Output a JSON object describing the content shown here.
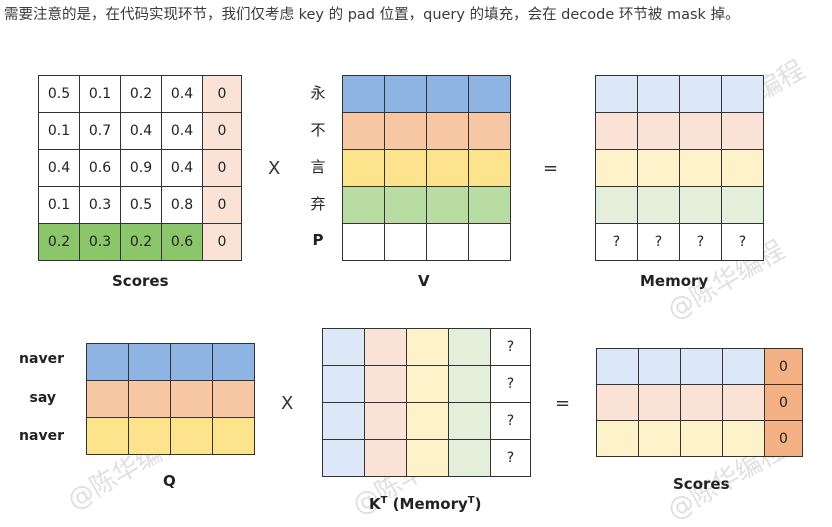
{
  "caption": "需要注意的是，在代码实现环节，我们仅考虑 key 的 pad 位置，query 的填充，会在 decode 环节被 mask 掉。",
  "watermark": "@陈华编程",
  "colors": {
    "blue": "#8eb4e3",
    "orange": "#f7c7a4",
    "yellow": "#fde38b",
    "green": "#b9dca2",
    "blue_light": "#dce8f7",
    "orange_light": "#fbe2d6",
    "yellow_light": "#fdf2c9",
    "green_light": "#e3efda",
    "pad_light": "#fbe2d6",
    "pad_dark": "#f4b183",
    "score_green": "#8cc66a"
  },
  "scores_top": {
    "label": "Scores",
    "rows": [
      [
        "0.5",
        "0.1",
        "0.2",
        "0.4",
        "0"
      ],
      [
        "0.1",
        "0.7",
        "0.4",
        "0.4",
        "0"
      ],
      [
        "0.4",
        "0.6",
        "0.9",
        "0.4",
        "0"
      ],
      [
        "0.1",
        "0.3",
        "0.5",
        "0.8",
        "0"
      ],
      [
        "0.2",
        "0.3",
        "0.2",
        "0.6",
        "0"
      ]
    ]
  },
  "op_times_1": "X",
  "v_matrix": {
    "label": "V",
    "row_labels": [
      "永",
      "不",
      "言",
      "弃",
      "P"
    ]
  },
  "op_equals_1": "=",
  "memory": {
    "label": "Memory",
    "question_marks": [
      "?",
      "?",
      "?",
      "?"
    ]
  },
  "q_matrix": {
    "label": "Q",
    "row_labels": [
      "naver",
      "say",
      "naver"
    ]
  },
  "op_times_2": "X",
  "kt_matrix": {
    "label_main": "K",
    "label_sup": "T",
    "label_paren": " (Memory",
    "label_paren_sup": "T",
    "label_close": ")",
    "question_marks": [
      "?",
      "?",
      "?",
      "?"
    ]
  },
  "op_equals_2": "=",
  "scores_bottom": {
    "label": "Scores",
    "values": [
      "0",
      "0",
      "0"
    ]
  }
}
